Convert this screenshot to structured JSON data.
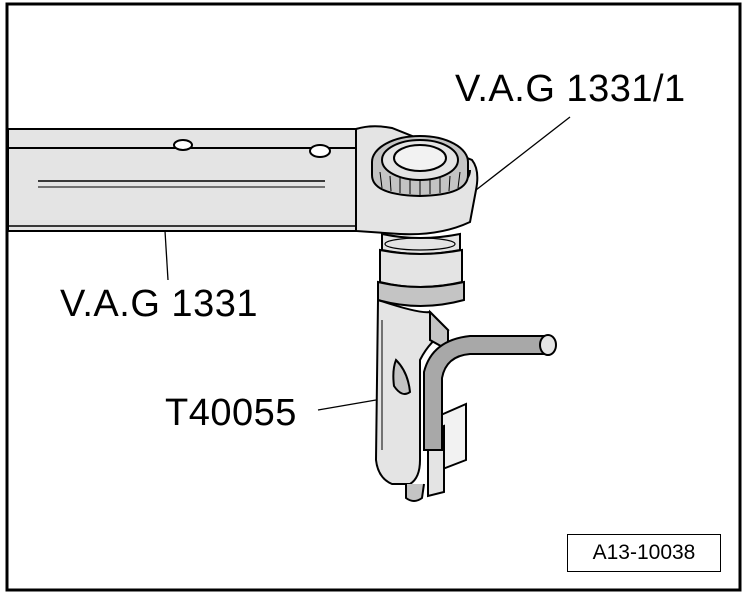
{
  "callouts": {
    "torque_wrench_adapter": "V.A.G 1331/1",
    "torque_wrench": "V.A.G 1331",
    "special_tool": "T40055"
  },
  "figure_id": "A13-10038",
  "colors": {
    "line": "#000000",
    "tool_fill": "#e4e4e4",
    "tool_fill_dark": "#c4c4c4",
    "tool_fill_light": "#f2f2f2",
    "hose_fill": "#a8a8a8",
    "background": "#ffffff"
  }
}
